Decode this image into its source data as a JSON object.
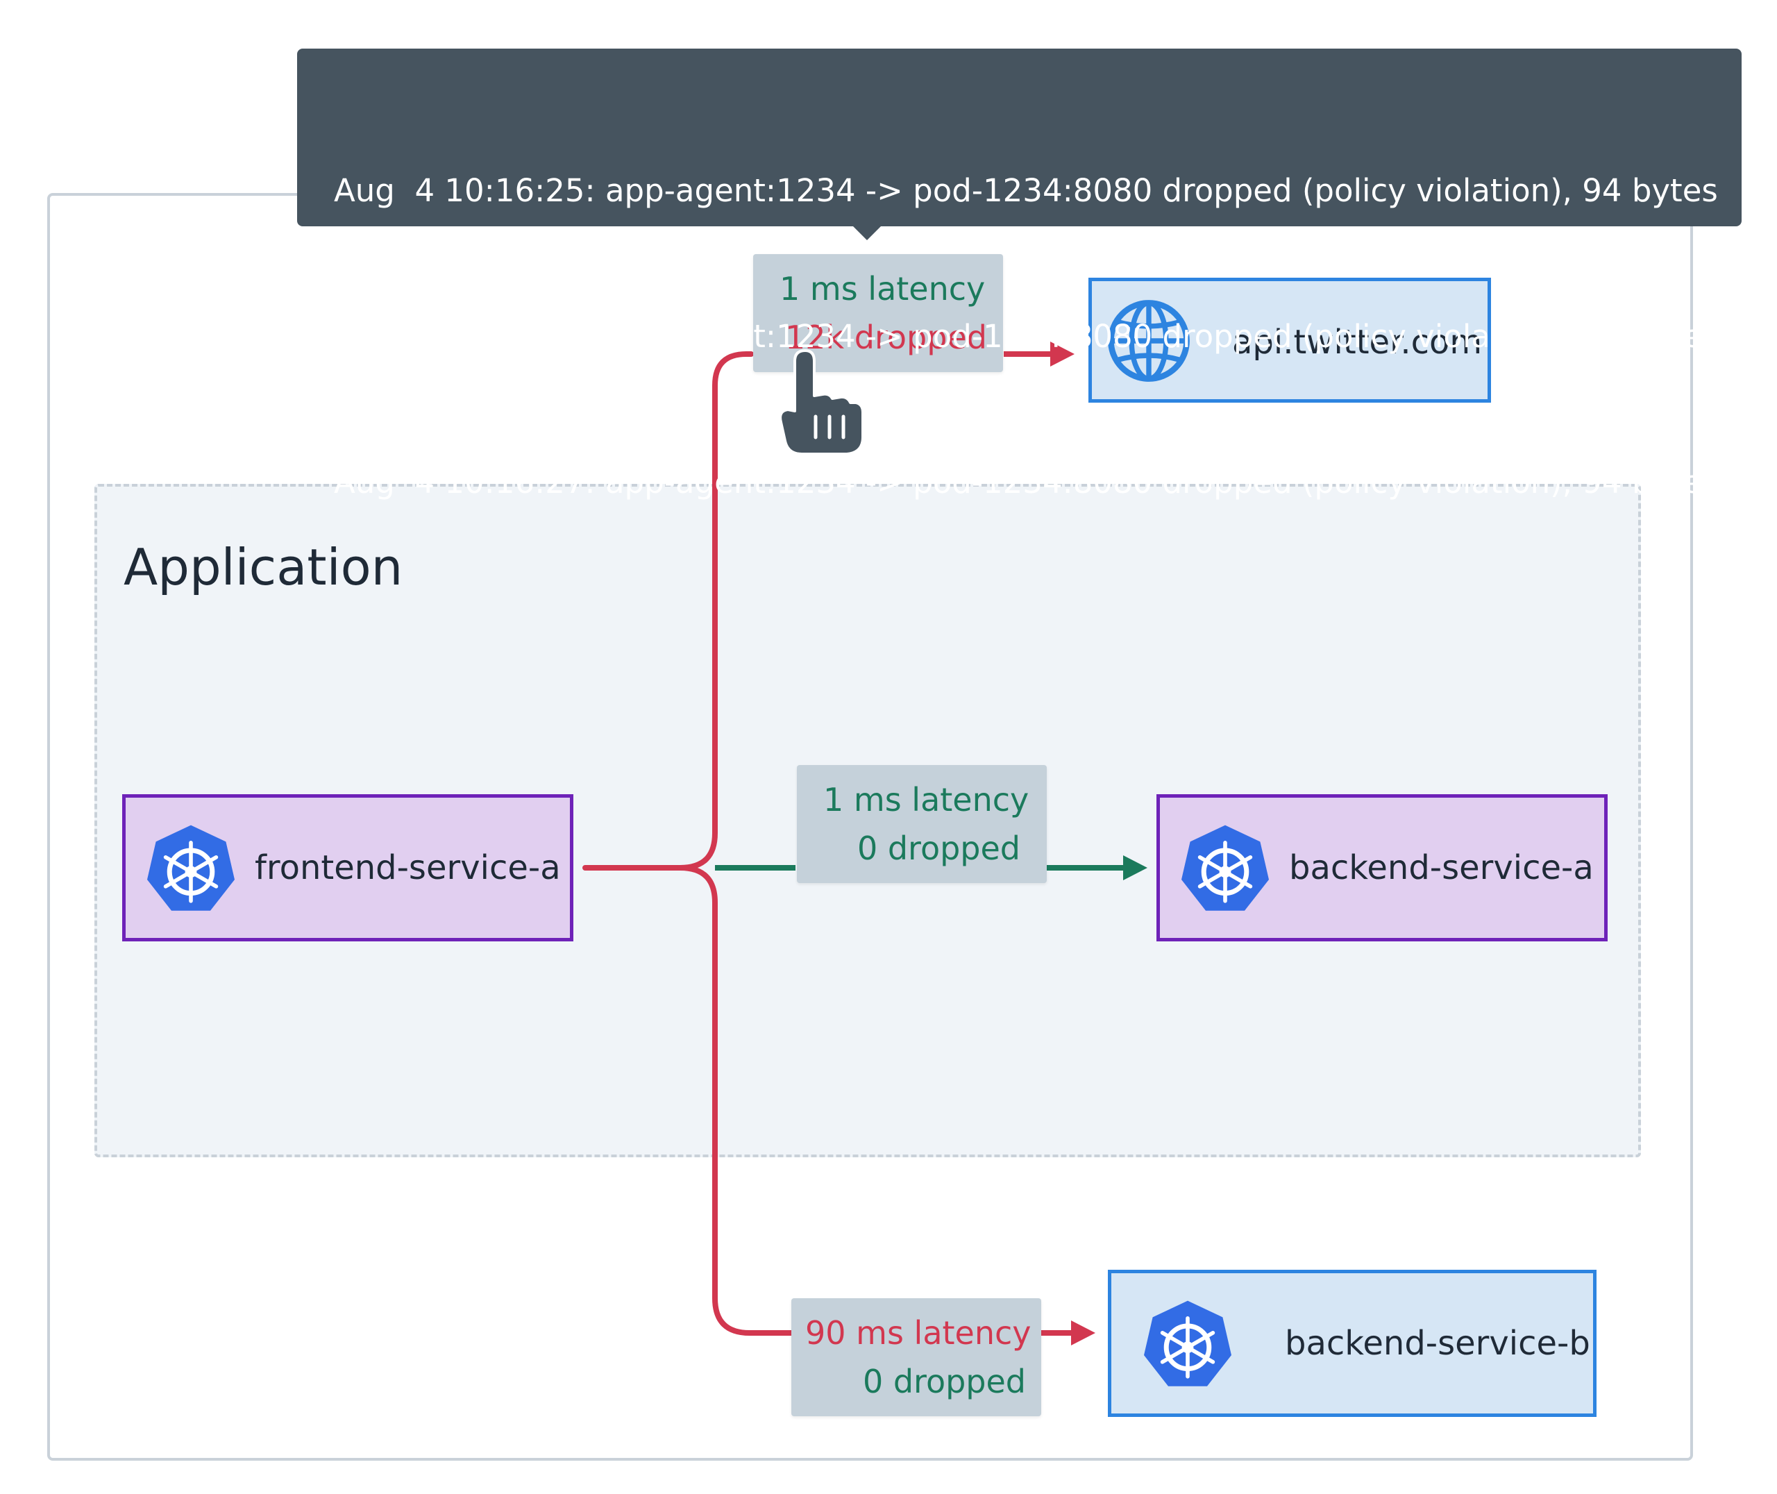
{
  "group": {
    "label": "Application"
  },
  "tooltip": {
    "lines": [
      "Aug  4 10:16:25: app-agent:1234 -> pod-1234:8080 dropped (policy violation), 94 bytes",
      "Aug  4 10:16:26: app-agent:1234 -> pod-1234:8080 dropped (policy violation), 94 bytes",
      "Aug  4 10:16:27: app-agent:1234 -> pod-1234:8080 dropped (policy violation), 94 bytes"
    ]
  },
  "nodes": {
    "frontend": {
      "label": "frontend-service-a",
      "icon": "kubernetes-icon"
    },
    "backend_a": {
      "label": "backend-service-a",
      "icon": "kubernetes-icon"
    },
    "backend_b": {
      "label": "backend-service-b",
      "icon": "kubernetes-icon"
    },
    "twitter": {
      "label": "api.twitter.com",
      "icon": "globe-icon"
    }
  },
  "edges": {
    "twitter": {
      "latency": "1 ms latency",
      "dropped": "12k dropped"
    },
    "backend_a": {
      "latency": "1 ms latency",
      "dropped": "0 dropped"
    },
    "backend_b": {
      "latency": "90 ms latency",
      "dropped": "0 dropped"
    }
  },
  "colors": {
    "ok": "#1b7a5c",
    "bad": "#d2374f",
    "k8s_blue": "#326ce5",
    "k8s_node_fill": "#e1cff0",
    "k8s_node_border": "#6e22b8",
    "ext_node_fill": "#d6e6f5",
    "ext_node_border": "#2d84e0",
    "tooltip_bg": "#46545f"
  }
}
